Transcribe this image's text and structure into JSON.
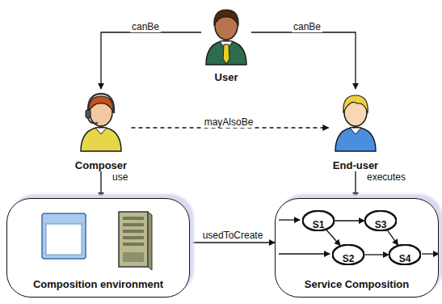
{
  "diagram": {
    "nodes": [
      {
        "text": [
          "User"
        ]
      },
      {
        "text": [
          "Composer"
        ]
      },
      {
        "text": [
          "End-user"
        ]
      },
      {
        "text": [
          "Composition environment"
        ]
      },
      {
        "text": [
          "Service Composition"
        ]
      },
      {
        "text": [
          "S1"
        ],
        "in": 4
      },
      {
        "text": [
          "S3"
        ],
        "in": 4
      },
      {
        "text": [
          "S2"
        ],
        "in": 4
      },
      {
        "text": [
          "S4"
        ],
        "in": 4
      }
    ],
    "edges": [
      {
        "from": 0,
        "to": 1,
        "label": "canBe",
        "arrow": "to"
      },
      {
        "from": 0,
        "to": 2,
        "label": "canBe",
        "arrow": "to"
      },
      {
        "from": 1,
        "to": 2,
        "label": "mayAlsoBe",
        "arrow": "to"
      },
      {
        "from": 1,
        "to": 3,
        "label": "use",
        "arrow": "to"
      },
      {
        "from": 2,
        "to": 4,
        "label": "executes",
        "arrow": "to"
      },
      {
        "from": 3,
        "to": 4,
        "label": "usedToCreate",
        "arrow": "to"
      },
      {
        "from": 5,
        "to": 6,
        "arrow": "to"
      },
      {
        "from": 5,
        "to": 7,
        "arrow": "to"
      },
      {
        "from": 6,
        "to": 8,
        "arrow": "to"
      },
      {
        "from": 7,
        "to": 8,
        "arrow": "to"
      }
    ]
  }
}
